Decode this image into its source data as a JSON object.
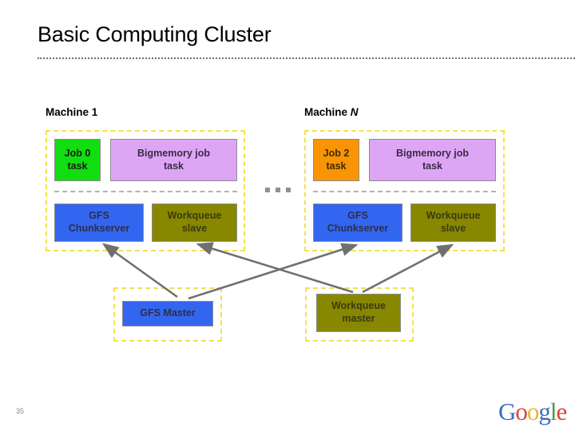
{
  "slide": {
    "title": "Basic Computing Cluster",
    "page_number": "35"
  },
  "colors": {
    "dashed_container": "#f2e14c",
    "job0": "#11dd11",
    "job2": "#f89406",
    "bigmemory": "#dda6f5",
    "gfs": "#3366f0",
    "workqueue": "#878700",
    "arrow": "#707070",
    "separator": "#b3b3b3",
    "title_rule": "#6f6f6f"
  },
  "machines": [
    {
      "label_prefix": "Machine ",
      "label_suffix": "1",
      "label_italic": false,
      "job_box": "Job 0\ntask",
      "job_color_name": "green",
      "bigmemory_box": "Bigmemory job\ntask",
      "gfs_box": "GFS\nChunkserver",
      "workqueue_box": "Workqueue\nslave"
    },
    {
      "label_prefix": "Machine ",
      "label_suffix": "N",
      "label_italic": true,
      "job_box": "Job 2\ntask",
      "job_color_name": "orange",
      "bigmemory_box": "Bigmemory job\ntask",
      "gfs_box": "GFS\nChunkserver",
      "workqueue_box": "Workqueue\nslave"
    }
  ],
  "masters": {
    "gfs_master": "GFS Master",
    "workqueue_master": "Workqueue\nmaster"
  },
  "ellipsis": "...",
  "logo": {
    "letters": [
      {
        "char": "G",
        "color": "#3b6ec4"
      },
      {
        "char": "o",
        "color": "#d9453a"
      },
      {
        "char": "o",
        "color": "#e8b72a"
      },
      {
        "char": "g",
        "color": "#3b6ec4"
      },
      {
        "char": "l",
        "color": "#4a9b3f"
      },
      {
        "char": "e",
        "color": "#d9453a"
      }
    ]
  }
}
